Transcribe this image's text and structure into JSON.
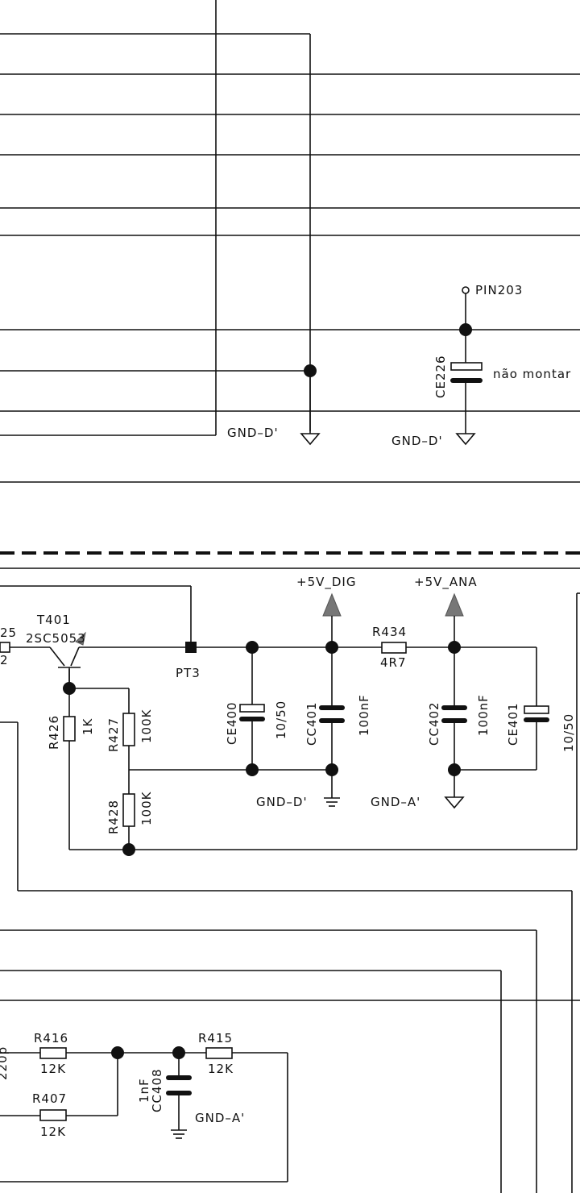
{
  "labels": {
    "pin203": "PIN203",
    "ce226": "CE226",
    "nao_montar": "não montar",
    "gnd_d1": "GND–D'",
    "gnd_d2": "GND–D'",
    "gnd_d3": "GND–D'",
    "gnd_a1": "GND–A'",
    "gnd_a2": "GND–A'",
    "v5_dig": "+5V_DIG",
    "v5_ana": "+5V_ANA",
    "r425_frag": "25",
    "r425_val_frag": "2",
    "t401": "T401",
    "t401_part": "2SC5053",
    "pt3": "PT3",
    "r434": "R434",
    "r434_val": "4R7",
    "r426": "R426",
    "r426_val": "1K",
    "r427": "R427",
    "r427_val": "100K",
    "r428": "R428",
    "r428_val": "100K",
    "ce400": "CE400",
    "ce400_val": "10/50",
    "cc401": "CC401",
    "cc401_val": "100nF",
    "cc402": "CC402",
    "cc402_val": "100nF",
    "ce401": "CE401",
    "ce401_val": "10/50",
    "r416": "R416",
    "r416_val": "12K",
    "r407": "R407",
    "r407_val": "12K",
    "r415": "R415",
    "r415_val": "12K",
    "cc408": "CC408",
    "cc408_val": "1nF",
    "edge_frag": "220p"
  }
}
